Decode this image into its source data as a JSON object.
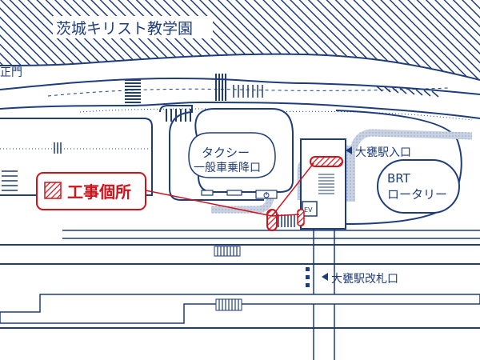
{
  "colors": {
    "ink": "#1f3d7a",
    "construction": "#d0121b",
    "path_fill": "#c8d2e2",
    "background": "#ffffff"
  },
  "labels": {
    "campus": "茨城キリスト教学園",
    "main_gate": "正門",
    "taxi_line1": "タクシー",
    "taxi_line2": "一般車乗降口",
    "station_entrance": "大甕駅入口",
    "brt_line1": "BRT",
    "brt_line2": "ロータリー",
    "ticket_gate": "大甕駅改札口",
    "ev": "EV"
  },
  "legend": {
    "construction_label": "工事個所"
  },
  "icons": {
    "pointer": "triangle-left-icon",
    "construction_swatch": "hatched-red-square-icon",
    "wheelchair": "wheelchair-icon"
  }
}
